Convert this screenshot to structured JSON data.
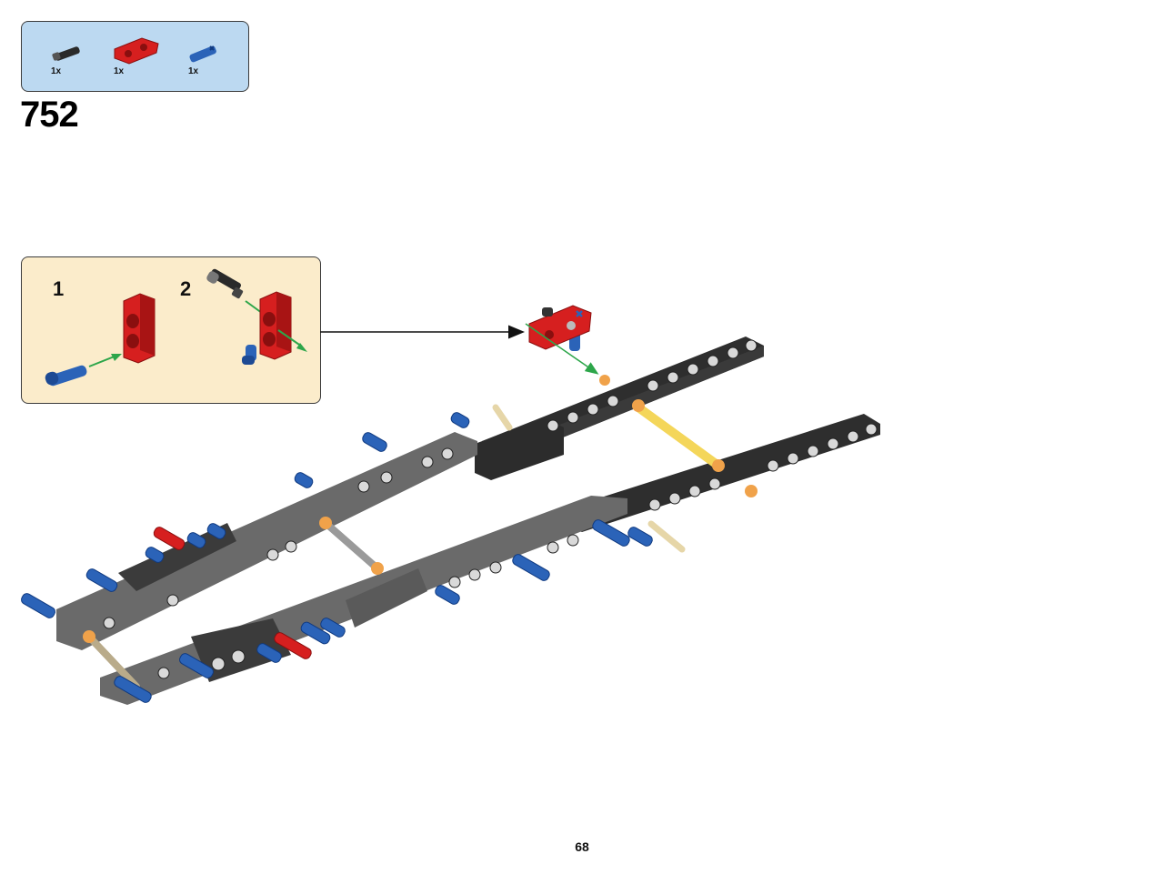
{
  "parts_list": {
    "items": [
      {
        "name": "black-friction-pin",
        "count": "1x"
      },
      {
        "name": "red-cross-block",
        "count": "1x"
      },
      {
        "name": "blue-axle-pin",
        "count": "1x"
      }
    ]
  },
  "step": {
    "number": "752"
  },
  "sub_assembly": {
    "steps": [
      {
        "number": "1"
      },
      {
        "number": "2"
      }
    ]
  },
  "colors": {
    "parts_box_bg": "#bcd9f1",
    "sub_box_bg": "#fbeccb",
    "beam_dark": "#3a3a3a",
    "beam_grey": "#6e6e6e",
    "pin_blue": "#2b63b8",
    "pin_orange": "#f0a24a",
    "part_red": "#d61f1f",
    "axle_yellow": "#f4d65a",
    "arrow_green": "#2da64a"
  },
  "page": {
    "number": "68"
  }
}
